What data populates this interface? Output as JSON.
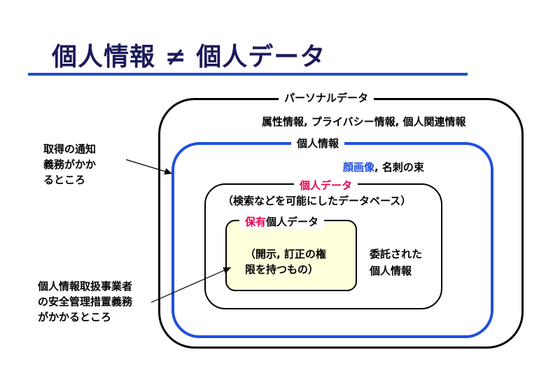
{
  "title": "個人情報 ≠ 個人データ",
  "boxes": {
    "personal_data": {
      "label": "パーソナルデータ",
      "content": "属性情報, プライバシー情報, 個人関連情報"
    },
    "personal_info": {
      "label": "個人情報",
      "content_highlight": "顔画像",
      "content_rest": ", 名刺の束"
    },
    "kojin_data": {
      "label": "個人データ",
      "content": "（検索などを可能にしたデータベース）"
    },
    "retained_data": {
      "label_highlight": "保有",
      "label_rest": "個人データ",
      "content_line1": "（開示, 訂正の権",
      "content_line2": "限を持つもの）"
    },
    "entrusted": {
      "line1": "委託された",
      "line2": "個人情報"
    }
  },
  "annotations": {
    "notice": {
      "line1": "取得の通知",
      "line2": "義務がかか",
      "line3": "るところ"
    },
    "security": {
      "line1": "個人情報取扱事業者",
      "line2": "の安全管理措置義務",
      "line3": "がかかるところ"
    }
  },
  "colors": {
    "accent_blue": "#1f4fe0",
    "highlight_red": "#e6004c",
    "retained_fill": "#ffffdc",
    "title_rule": "#1f4fbf"
  }
}
